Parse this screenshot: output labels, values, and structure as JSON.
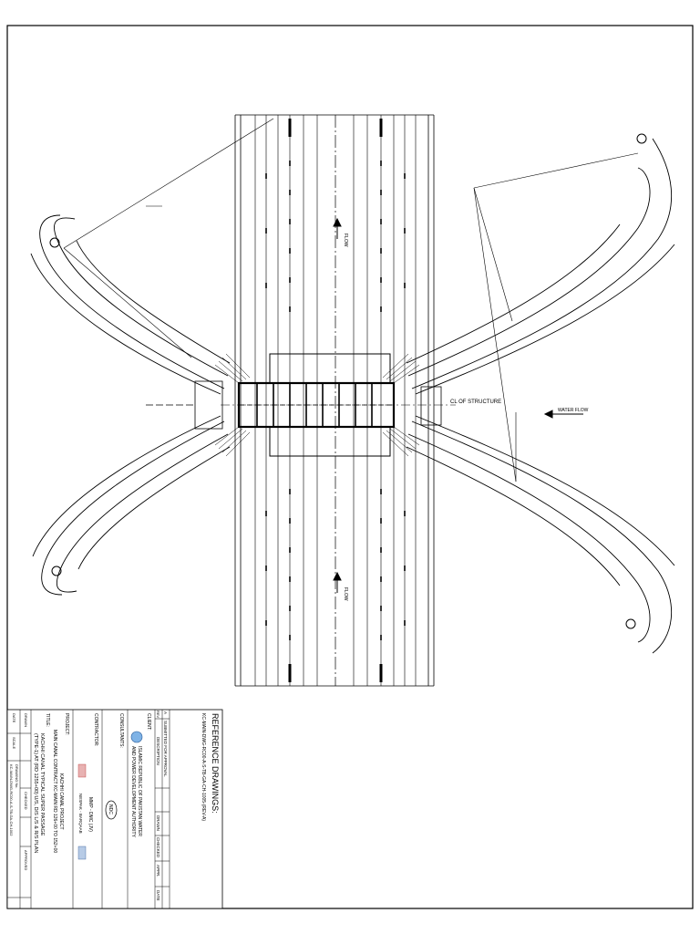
{
  "drawing": {
    "reference_heading": "REFERENCE DRAWINGS:",
    "reference_number": "KC-MAIN-DWG-RC00-A-S-TB-GA-CH-1005-(REV-A)",
    "title_block": {
      "rev_header": "REV",
      "rev_value": "A",
      "description_header": "DESCRIPTION",
      "description_value": "SUBMITTED FOR APPROVAL",
      "drawn_header": "DRAWN",
      "checked_header": "CHECKED",
      "approved_header": "APPR.",
      "date_header": "DATE",
      "client_label": "CLIENT:",
      "client_line1": "ISLAMIC REPUBLIC OF PAKISTAN WATER",
      "client_line2": "AND POWER DEVELOPMENT AUTHORITY",
      "consultants_label": "CONSULTANTS:",
      "consultant_name": "NDC",
      "contractor_label": "CONTRACTOR:",
      "contractor_name": "MMP - DMC (JV)",
      "contractor_sub": "NESPAK - BARQAAB",
      "project_label": "PROJECT:",
      "project_line1": "KACHHI CANAL PROJECT",
      "project_line2": "MAIN CANAL CONTRACT KC-MAIN RD 126+00 TO 152+00",
      "title_label": "TITLE:",
      "title_line1": "KACHHI CANAL TYPICAL SUPER PASSAGE",
      "title_line2": "(TYPE-1) AT (RD 1255+00) U/S, D/S L/S & R/S PLAN",
      "drawn_by_label": "DRAWN",
      "checked_by_label": "CHECKED",
      "approved_by_label": "APPROVED",
      "date_label": "DATE",
      "scale_label": "SCALE",
      "drawing_no_label": "DRAWING No.",
      "drawing_no": "KC-MAIN-DWG-RC00-A-S-TB-GA-CH-1002"
    },
    "labels": {
      "structure_centerline": "CL OF STRUCTURE",
      "water_flow": "WATER FLOW",
      "flow": "FLOW"
    }
  }
}
